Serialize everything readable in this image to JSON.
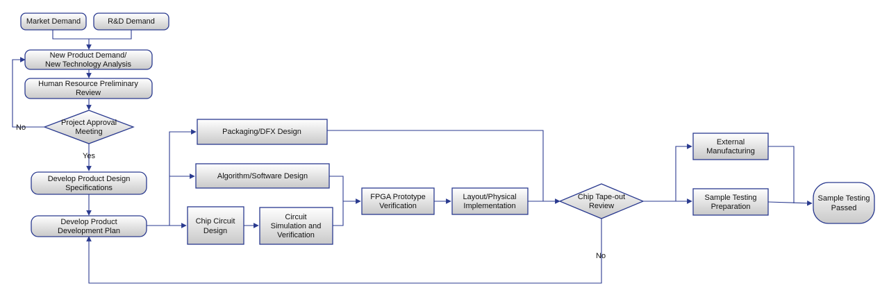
{
  "nodes": {
    "market_demand": "Market Demand",
    "rd_demand": "R&D Demand",
    "new_product_analysis": [
      "New Product Demand/",
      "New Technology Analysis"
    ],
    "hr_review": [
      "Human Resource Preliminary",
      "Review"
    ],
    "project_approval": [
      "Project Approval",
      "Meeting"
    ],
    "design_specs": [
      "Develop Product Design",
      "Specifications"
    ],
    "dev_plan": [
      "Develop Product",
      "Development Plan"
    ],
    "packaging": "Packaging/DFX Design",
    "algorithm": "Algorithm/Software Design",
    "chip_circuit": [
      "Chip Circuit",
      "Design"
    ],
    "circuit_sim": [
      "Circuit",
      "Simulation and",
      "Verification"
    ],
    "fpga": [
      "FPGA Prototype",
      "Verification"
    ],
    "layout": [
      "Layout/Physical",
      "Implementation"
    ],
    "tapeout": [
      "Chip Tape-out",
      "Review"
    ],
    "external_mfg": [
      "External",
      "Manufacturing"
    ],
    "sample_prep": [
      "Sample Testing",
      "Preparation"
    ],
    "sample_passed": [
      "Sample Testing",
      "Passed"
    ]
  },
  "edge_labels": {
    "approval_no": "No",
    "approval_yes": "Yes",
    "tapeout_no": "No"
  },
  "colors": {
    "stroke": "#2a3a8f",
    "fill_top": "#ffffff",
    "fill_bottom": "#c9c9c9"
  }
}
